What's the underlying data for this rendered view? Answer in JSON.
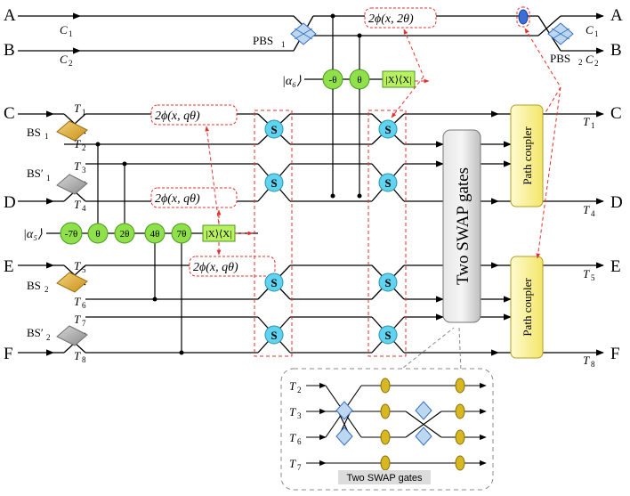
{
  "ports_left": [
    "A",
    "B",
    "C",
    "D",
    "E",
    "F"
  ],
  "ports_right": [
    "A",
    "B",
    "C",
    "D",
    "E",
    "F"
  ],
  "mode_labels": {
    "c1": "C",
    "c1_sub": "1",
    "c2": "C",
    "c2_sub": "2",
    "t1": "T",
    "t1_sub": "1",
    "t2": "T",
    "t2_sub": "2",
    "t3": "T",
    "t3_sub": "3",
    "t4": "T",
    "t4_sub": "4",
    "t5": "T",
    "t5_sub": "5",
    "t6": "T",
    "t6_sub": "6",
    "t7": "T",
    "t7_sub": "7",
    "t8": "T",
    "t8_sub": "8"
  },
  "components": {
    "pbs1": "PBS",
    "pbs1_sub": "1",
    "pbs2": "PBS",
    "pbs2_sub": "2",
    "bs1": "BS",
    "bs1_sub": "1",
    "bs1p": "BS′",
    "bs1p_sub": "1",
    "bs2": "BS",
    "bs2_sub": "2",
    "bs2p": "BS′",
    "bs2p_sub": "2"
  },
  "ancillas": {
    "alpha6": "|α₆⟩",
    "alpha5": "|α₅⟩"
  },
  "rotations_upper": [
    "-θ",
    "θ"
  ],
  "rotations_lower": [
    "-7θ",
    "θ",
    "2θ",
    "4θ",
    "7θ"
  ],
  "projector": "|X⟩⟨X|",
  "phase_labels": {
    "top": "2ϕ(x, 2θ)",
    "c": "2ϕ(x, qθ)",
    "d": "2ϕ(x, qθ)",
    "e": "2ϕ(x, qθ)"
  },
  "swap_gate_label": "S",
  "two_swap_block": "Two SWAP gates",
  "path_coupler": "Path coupler",
  "inset": {
    "labels": [
      "T",
      "T",
      "T",
      "T"
    ],
    "subs": [
      "2",
      "3",
      "6",
      "7"
    ],
    "caption": "Two SWAP gates"
  },
  "colors": {
    "rotation_fill": "#8fe04a",
    "projector_fill": "#b8f060",
    "swap_fill": "#5fd3f0",
    "path_coupler_fill": "#fff5a0",
    "swap_block_fill": "#cfcfcf",
    "dashed_red": "#e53030",
    "pbs_fill": "#bcd7ef",
    "bs_gold": "#e0b030",
    "bs_gray": "#a8a8a8",
    "phase_shifter": "#3a6fd8",
    "inset_ellipse": "#d8b820"
  }
}
